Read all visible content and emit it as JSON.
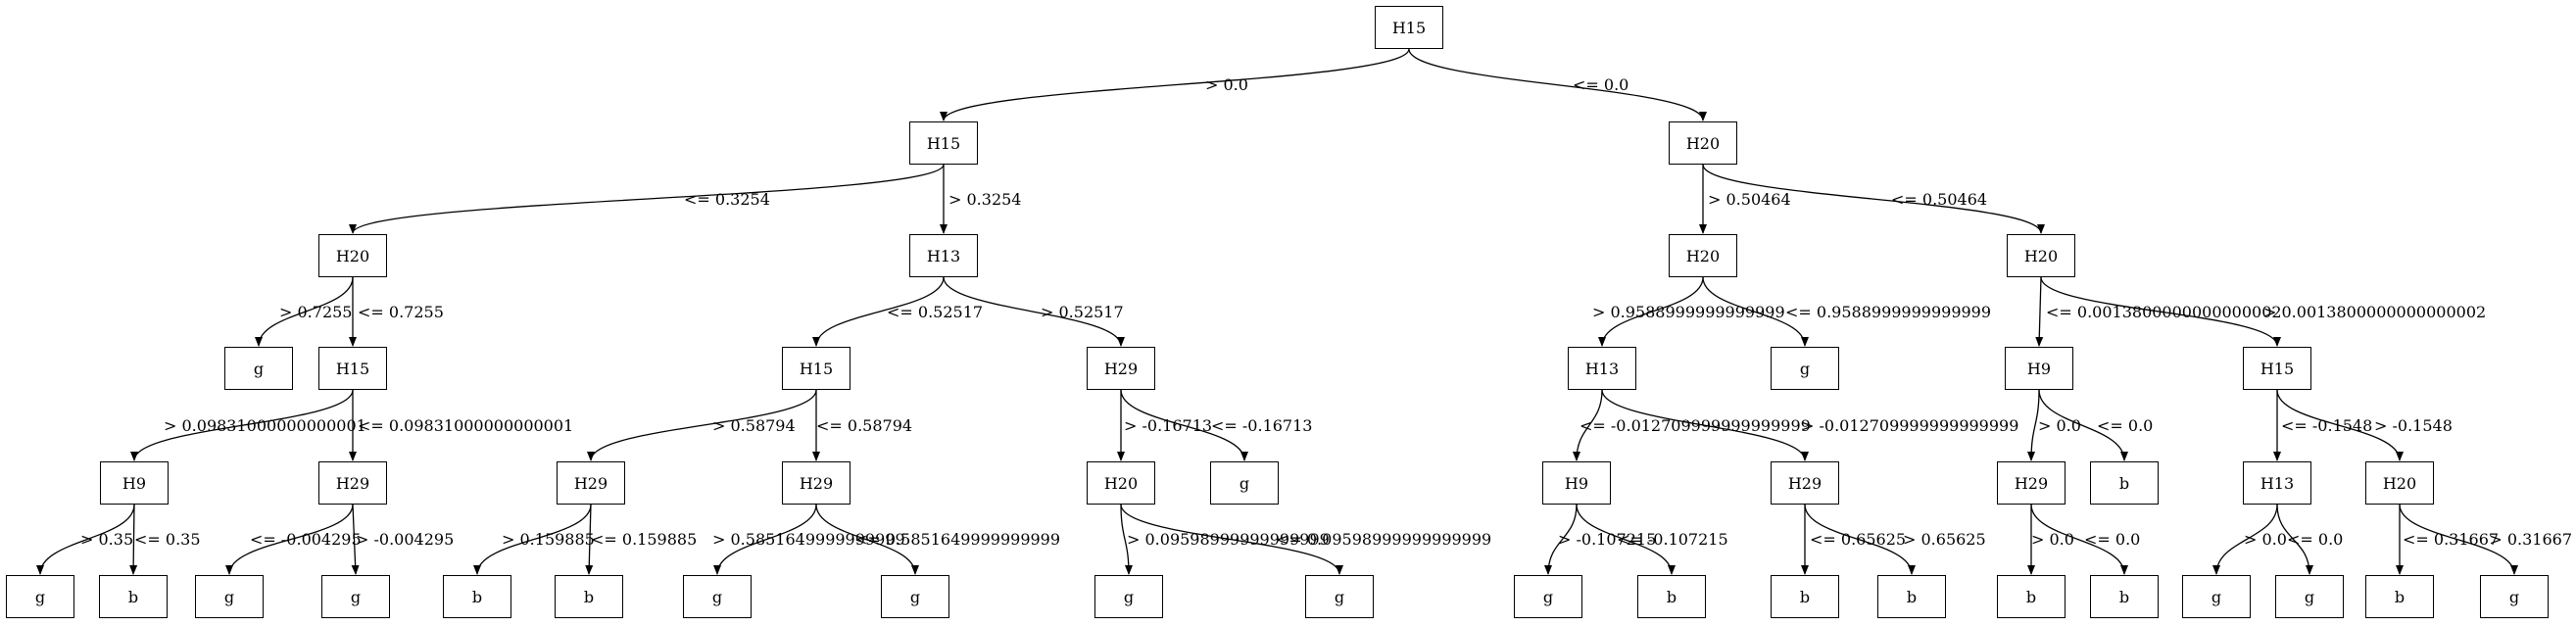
{
  "nodes": [
    {
      "id": "n0",
      "label": "H15"
    },
    {
      "id": "n1",
      "label": "H15"
    },
    {
      "id": "n2",
      "label": "H20"
    },
    {
      "id": "n3",
      "label": "H20"
    },
    {
      "id": "n4",
      "label": "H13"
    },
    {
      "id": "n5",
      "label": "H20"
    },
    {
      "id": "n6",
      "label": "H20"
    },
    {
      "id": "n7",
      "label": "g"
    },
    {
      "id": "n8",
      "label": "H15"
    },
    {
      "id": "n9",
      "label": "H15"
    },
    {
      "id": "n10",
      "label": "H29"
    },
    {
      "id": "n11",
      "label": "H13"
    },
    {
      "id": "n12",
      "label": "g"
    },
    {
      "id": "n13",
      "label": "H9"
    },
    {
      "id": "n14",
      "label": "H15"
    },
    {
      "id": "n15",
      "label": "H9"
    },
    {
      "id": "n16",
      "label": "H29"
    },
    {
      "id": "n17",
      "label": "H29"
    },
    {
      "id": "n18",
      "label": "H29"
    },
    {
      "id": "n19",
      "label": "H20"
    },
    {
      "id": "n20",
      "label": "g"
    },
    {
      "id": "n21",
      "label": "H9"
    },
    {
      "id": "n22",
      "label": "H29"
    },
    {
      "id": "n23",
      "label": "H29"
    },
    {
      "id": "n24",
      "label": "b"
    },
    {
      "id": "n25",
      "label": "H13"
    },
    {
      "id": "n26",
      "label": "H20"
    },
    {
      "id": "n27",
      "label": "g"
    },
    {
      "id": "n28",
      "label": "b"
    },
    {
      "id": "n29",
      "label": "g"
    },
    {
      "id": "n30",
      "label": "g"
    },
    {
      "id": "n31",
      "label": "b"
    },
    {
      "id": "n32",
      "label": "b"
    },
    {
      "id": "n33",
      "label": "g"
    },
    {
      "id": "n34",
      "label": "g"
    },
    {
      "id": "n35",
      "label": "g"
    },
    {
      "id": "n36",
      "label": "g"
    },
    {
      "id": "n37",
      "label": "g"
    },
    {
      "id": "n38",
      "label": "b"
    },
    {
      "id": "n39",
      "label": "b"
    },
    {
      "id": "n40",
      "label": "b"
    },
    {
      "id": "n41",
      "label": "b"
    },
    {
      "id": "n42",
      "label": "b"
    },
    {
      "id": "n43",
      "label": "g"
    },
    {
      "id": "n44",
      "label": "g"
    },
    {
      "id": "n45",
      "label": "b"
    },
    {
      "id": "n46",
      "label": "g"
    }
  ],
  "edges": [
    {
      "from": "n0",
      "to": "n1",
      "label": "> 0.0"
    },
    {
      "from": "n0",
      "to": "n2",
      "label": "<= 0.0"
    },
    {
      "from": "n1",
      "to": "n3",
      "label": "<= 0.3254"
    },
    {
      "from": "n1",
      "to": "n4",
      "label": "> 0.3254"
    },
    {
      "from": "n2",
      "to": "n5",
      "label": "> 0.50464"
    },
    {
      "from": "n2",
      "to": "n6",
      "label": "<= 0.50464"
    },
    {
      "from": "n3",
      "to": "n7",
      "label": "> 0.7255"
    },
    {
      "from": "n3",
      "to": "n8",
      "label": "<= 0.7255"
    },
    {
      "from": "n4",
      "to": "n9",
      "label": "<= 0.52517"
    },
    {
      "from": "n4",
      "to": "n10",
      "label": "> 0.52517"
    },
    {
      "from": "n5",
      "to": "n11",
      "label": "> 0.9588999999999999"
    },
    {
      "from": "n5",
      "to": "n12",
      "label": "<= 0.9588999999999999"
    },
    {
      "from": "n6",
      "to": "n13",
      "label": "<= 0.0013800000000000002"
    },
    {
      "from": "n6",
      "to": "n14",
      "label": "> 0.0013800000000000002"
    },
    {
      "from": "n8",
      "to": "n15",
      "label": "> 0.09831000000000001"
    },
    {
      "from": "n8",
      "to": "n16",
      "label": "<= 0.09831000000000001"
    },
    {
      "from": "n9",
      "to": "n17",
      "label": "> 0.58794"
    },
    {
      "from": "n9",
      "to": "n18",
      "label": "<= 0.58794"
    },
    {
      "from": "n10",
      "to": "n19",
      "label": "> -0.16713"
    },
    {
      "from": "n10",
      "to": "n20",
      "label": "<= -0.16713"
    },
    {
      "from": "n11",
      "to": "n21",
      "label": "<= -0.012709999999999999"
    },
    {
      "from": "n11",
      "to": "n22",
      "label": "> -0.012709999999999999"
    },
    {
      "from": "n13",
      "to": "n23",
      "label": "> 0.0"
    },
    {
      "from": "n13",
      "to": "n24",
      "label": "<= 0.0"
    },
    {
      "from": "n14",
      "to": "n25",
      "label": "<= -0.1548"
    },
    {
      "from": "n14",
      "to": "n26",
      "label": "> -0.1548"
    },
    {
      "from": "n15",
      "to": "n27",
      "label": "> 0.35"
    },
    {
      "from": "n15",
      "to": "n28",
      "label": "<= 0.35"
    },
    {
      "from": "n16",
      "to": "n29",
      "label": "<= -0.004295"
    },
    {
      "from": "n16",
      "to": "n30",
      "label": "> -0.004295"
    },
    {
      "from": "n17",
      "to": "n31",
      "label": "> 0.159885"
    },
    {
      "from": "n17",
      "to": "n32",
      "label": "<= 0.159885"
    },
    {
      "from": "n18",
      "to": "n33",
      "label": "> 0.5851649999999999"
    },
    {
      "from": "n18",
      "to": "n34",
      "label": "<= 0.5851649999999999"
    },
    {
      "from": "n19",
      "to": "n35",
      "label": "> 0.09598999999999999"
    },
    {
      "from": "n19",
      "to": "n36",
      "label": "<= 0.09598999999999999"
    },
    {
      "from": "n21",
      "to": "n37",
      "label": "> -0.107215"
    },
    {
      "from": "n21",
      "to": "n38",
      "label": "<= -0.107215"
    },
    {
      "from": "n22",
      "to": "n39",
      "label": "<= 0.65625"
    },
    {
      "from": "n22",
      "to": "n40",
      "label": "> 0.65625"
    },
    {
      "from": "n23",
      "to": "n41",
      "label": "> 0.0"
    },
    {
      "from": "n23",
      "to": "n42",
      "label": "<= 0.0"
    },
    {
      "from": "n25",
      "to": "n43",
      "label": "> 0.0"
    },
    {
      "from": "n25",
      "to": "n44",
      "label": "<= 0.0"
    },
    {
      "from": "n26",
      "to": "n45",
      "label": "<= 0.31667"
    },
    {
      "from": "n26",
      "to": "n46",
      "label": "> 0.31667"
    }
  ]
}
